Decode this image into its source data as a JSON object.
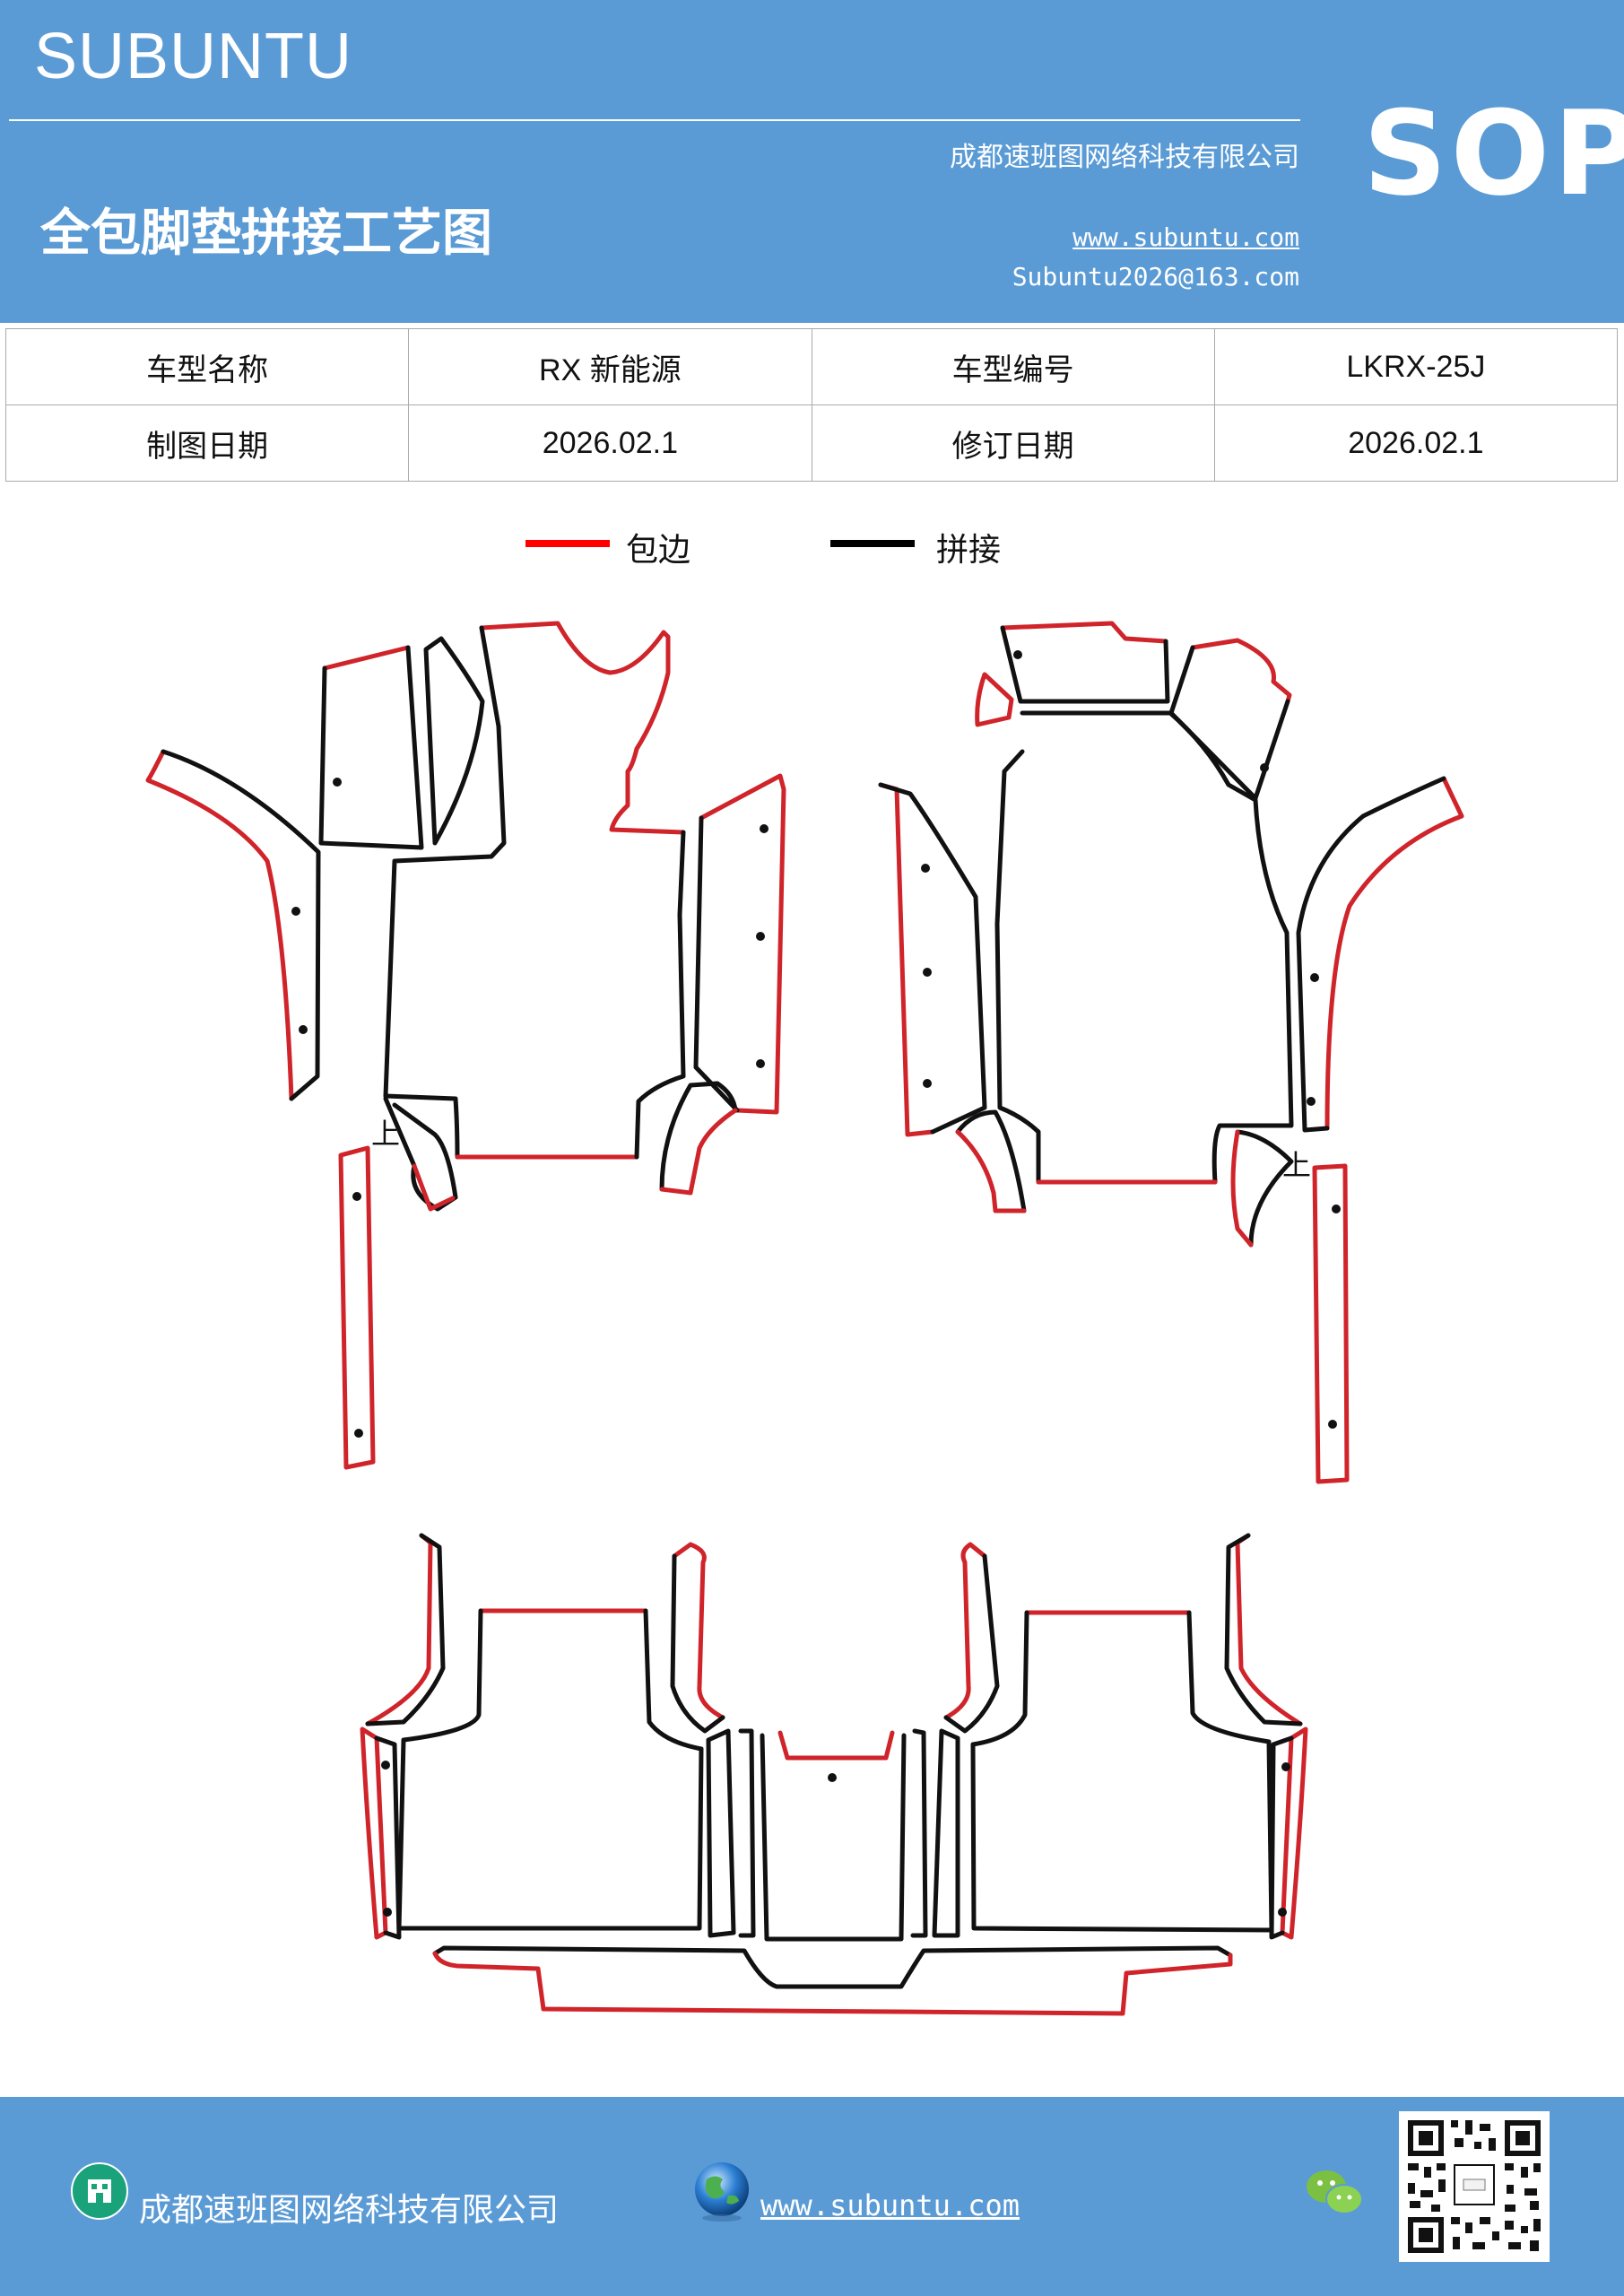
{
  "header": {
    "brand": "SUBUNTU",
    "company": "成都速班图网络科技有限公司",
    "title": "全包脚垫拼接工艺图",
    "website": "www.subuntu.com",
    "email": "Subuntu2026@163.com",
    "badge": "SOP"
  },
  "info_table": {
    "rows": [
      [
        {
          "label": "车型名称"
        },
        {
          "value": "RX 新能源"
        },
        {
          "label": "车型编号"
        },
        {
          "value": "LKRX-25J"
        }
      ],
      [
        {
          "label": "制图日期"
        },
        {
          "value": "2026.02.1"
        },
        {
          "label": "修订日期"
        },
        {
          "value": "2026.02.1"
        }
      ]
    ]
  },
  "legend": {
    "items": [
      {
        "label": "包边",
        "color": "#ff0000"
      },
      {
        "label": "拼接",
        "color": "#000000"
      }
    ]
  },
  "drawing": {
    "edge_color": "#d0242b",
    "seam_color": "#111111",
    "marks": [
      "上",
      "上"
    ]
  },
  "footer": {
    "company": "成都速班图网络科技有限公司",
    "website": "www.subuntu.com"
  },
  "colors": {
    "brand_blue": "#5b9bd5"
  },
  "icons": [
    "building-icon",
    "globe-icon",
    "wechat-icon",
    "qr-code"
  ]
}
